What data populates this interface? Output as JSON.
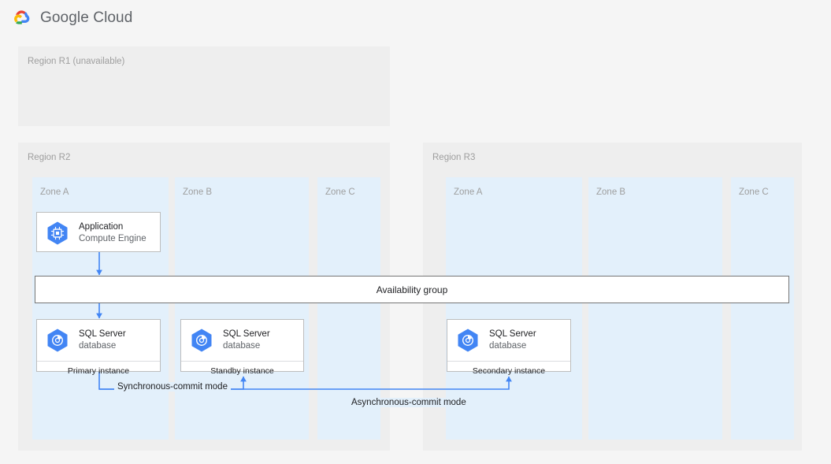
{
  "header": {
    "logo_icon": "google-cloud-logo-icon",
    "wordmark": "Google Cloud"
  },
  "colors": {
    "page_background": "#f5f5f5",
    "region_background": "#eeeeee",
    "zone_background": "#e3f0fb",
    "card_background": "#ffffff",
    "card_border": "#bdbdbd",
    "connector_blue": "#4285f4",
    "label_gray": "#9e9e9e",
    "text_primary": "#202124",
    "text_secondary": "#5f6368",
    "icon_hex_blue": "#4285f4",
    "avail_group_border": "#757575"
  },
  "regions": [
    {
      "id": "r1",
      "label": "Region R1 (unavailable)",
      "zones": []
    },
    {
      "id": "r2",
      "label": "Region R2",
      "zones": [
        {
          "id": "r2a",
          "label": "Zone A"
        },
        {
          "id": "r2b",
          "label": "Zone B"
        },
        {
          "id": "r2c",
          "label": "Zone C"
        }
      ]
    },
    {
      "id": "r3",
      "label": "Region R3",
      "zones": [
        {
          "id": "r3a",
          "label": "Zone A"
        },
        {
          "id": "r3b",
          "label": "Zone B"
        },
        {
          "id": "r3c",
          "label": "Zone C"
        }
      ]
    }
  ],
  "cards": {
    "application": {
      "icon": "compute-engine-icon",
      "title": "Application",
      "subtitle": "Compute Engine",
      "footer": ""
    },
    "primary": {
      "icon": "sql-server-database-icon",
      "title": "SQL Server",
      "subtitle": "database",
      "footer": "Primary instance"
    },
    "standby": {
      "icon": "sql-server-database-icon",
      "title": "SQL Server",
      "subtitle": "database",
      "footer": "Standby instance"
    },
    "secondary": {
      "icon": "sql-server-database-icon",
      "title": "SQL Server",
      "subtitle": "database",
      "footer": "Secondary instance"
    }
  },
  "availability_group": {
    "label": "Availability group"
  },
  "connectors": {
    "sync_label": "Synchronous-commit mode",
    "async_label": "Asynchronous-commit mode"
  }
}
